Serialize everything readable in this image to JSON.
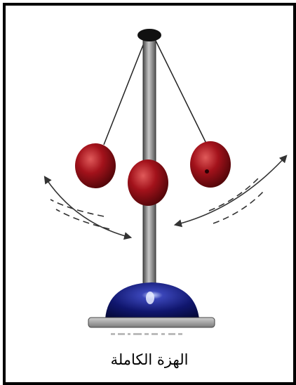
{
  "caption": "الهزة الكاملة",
  "colors": {
    "ball_red": "#a3121b",
    "ball_highlight": "#e05a5a",
    "base_blue": "#10166e",
    "pole_gray": "#6f6f6f",
    "arrow_dark": "#333333"
  },
  "figure": {
    "object": "pendulum-apparatus",
    "balls": 3,
    "motion_arrows": 2
  }
}
